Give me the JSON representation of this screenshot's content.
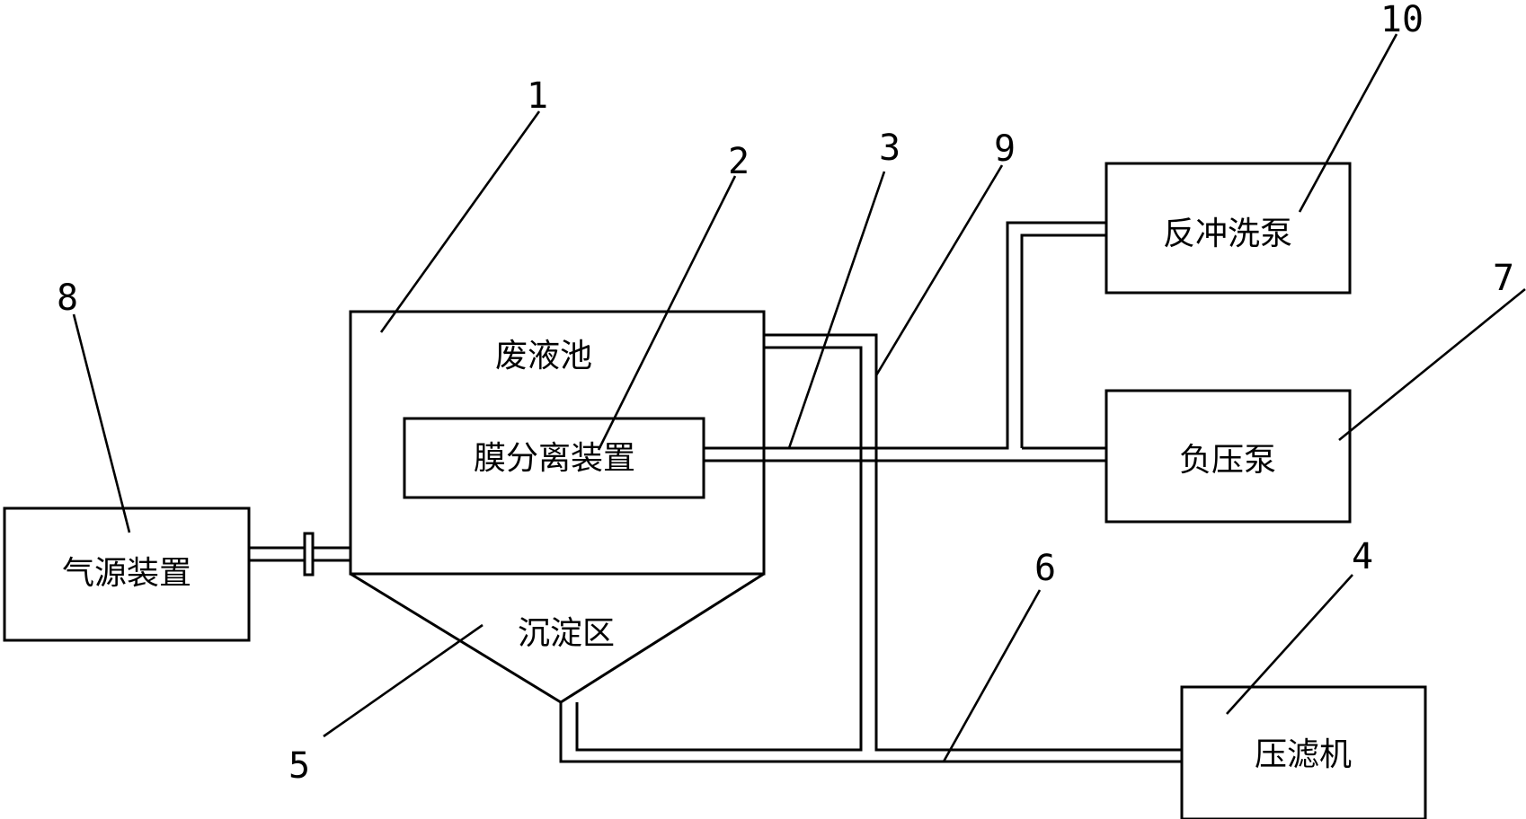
{
  "components": {
    "gas_source": "气源装置",
    "waste_tank": "废液池",
    "membrane": "膜分离装置",
    "settling_zone": "沉淀区",
    "backwash_pump": "反冲洗泵",
    "vacuum_pump": "负压泵",
    "filter_press": "压滤机"
  },
  "callouts": {
    "c1": "1",
    "c2": "2",
    "c3": "3",
    "c4": "4",
    "c5": "5",
    "c6": "6",
    "c7": "7",
    "c8": "8",
    "c9": "9",
    "c10": "10"
  }
}
